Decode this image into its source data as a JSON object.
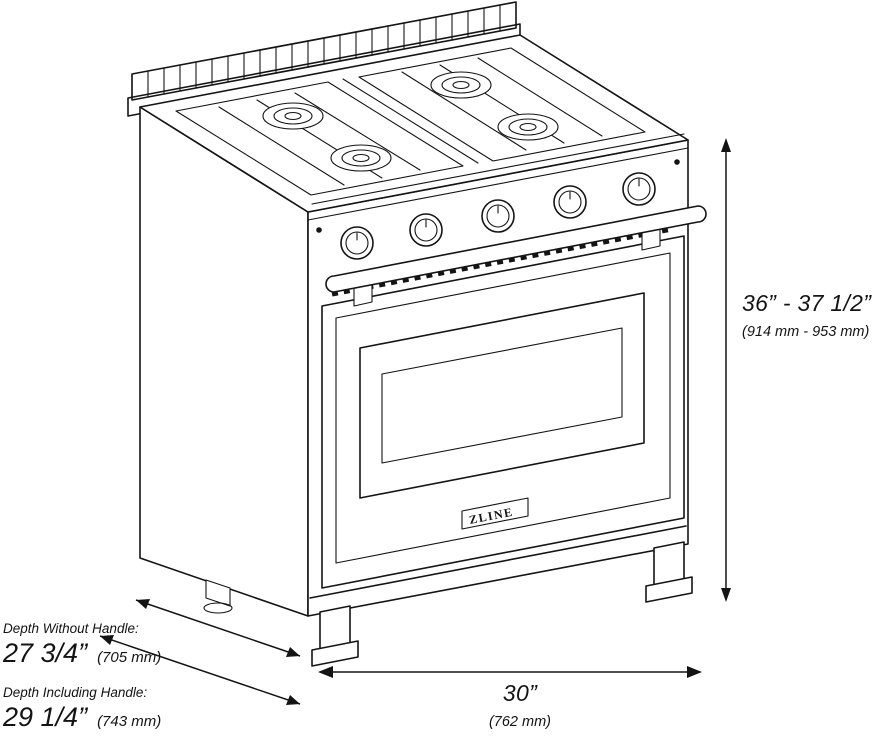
{
  "diagram": {
    "brand_badge": "ZLINE",
    "dimensions": {
      "height": {
        "value": "36” - 37 1/2”",
        "metric": "(914 mm - 953 mm)"
      },
      "width": {
        "value": "30”",
        "metric": "(762 mm)"
      },
      "depth_without_handle": {
        "label": "Depth Without Handle:",
        "value": "27 3/4”",
        "metric": "(705 mm)"
      },
      "depth_including_handle": {
        "label": "Depth Including Handle:",
        "value": "29 1/4”",
        "metric": "(743 mm)"
      }
    }
  }
}
